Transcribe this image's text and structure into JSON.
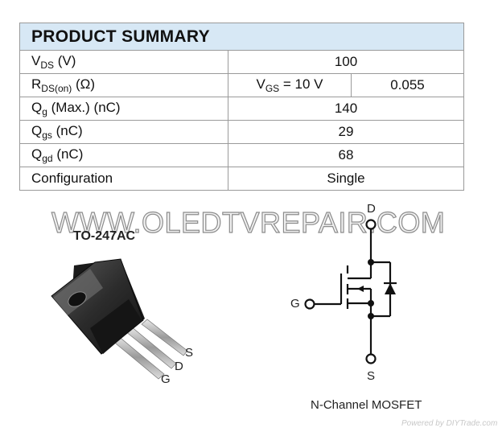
{
  "summary": {
    "title": "PRODUCT SUMMARY",
    "rows": [
      {
        "sym": "V",
        "sub": "DS",
        "rest": " (V)",
        "value": "100"
      },
      {
        "sym": "R",
        "sub": "DS(on)",
        "rest": " (Ω)",
        "cond_sym": "V",
        "cond_sub": "GS",
        "cond_rest": " = 10 V",
        "value": "0.055"
      },
      {
        "sym": "Q",
        "sub": "g",
        "rest": " (Max.) (nC)",
        "value": "140"
      },
      {
        "sym": "Q",
        "sub": "gs",
        "rest": " (nC)",
        "value": "29"
      },
      {
        "sym": "Q",
        "sub": "gd",
        "rest": " (nC)",
        "value": "68"
      },
      {
        "label": "Configuration",
        "value": "Single"
      }
    ]
  },
  "watermark": "WWW.OLEDTVREPAIR.COM",
  "package": {
    "title": "TO-247AC",
    "pin_g": "G",
    "pin_d": "D",
    "pin_s": "S"
  },
  "schematic": {
    "drain": "D",
    "gate": "G",
    "source": "S",
    "caption": "N-Channel MOSFET"
  },
  "footer": "Powered by DIYTrade.com",
  "colors": {
    "header_bg": "#d7e8f5",
    "border": "#9a9a9a"
  }
}
